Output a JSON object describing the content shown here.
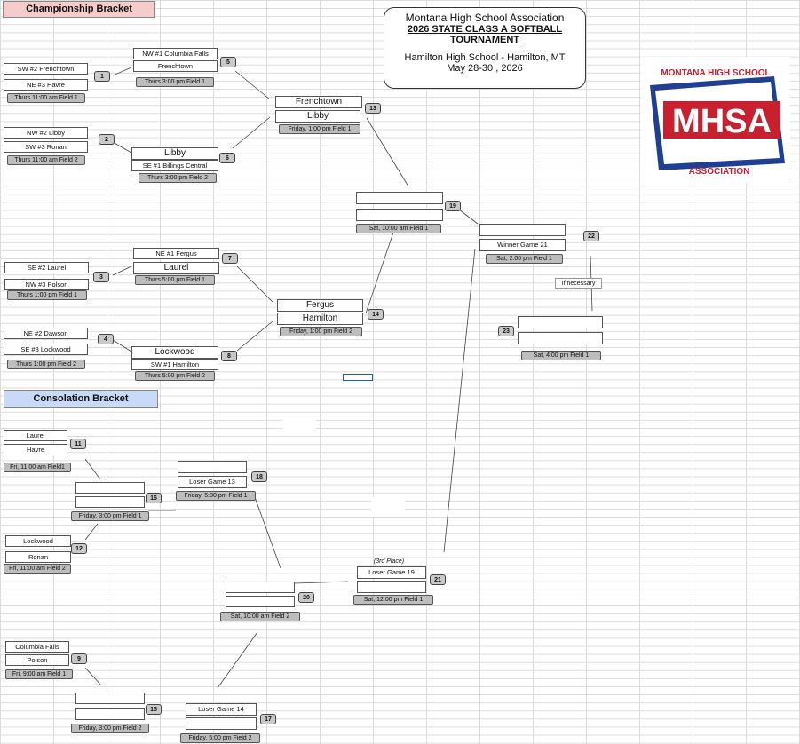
{
  "sections": {
    "championship": "Championship Bracket",
    "consolation": "Consolation Bracket"
  },
  "title": {
    "line1": "Montana High School Association",
    "line2": "2026 STATE CLASS A SOFTBALL",
    "line3": "TOURNAMENT",
    "line4": "Hamilton High School - Hamilton, MT",
    "line5": "May 28-30 , 2026"
  },
  "logo": {
    "arc_top": "MONTANA HIGH SCHOOL",
    "center": "MHSA",
    "arc_bottom": "ASSOCIATION",
    "colors": {
      "red": "#c8202f",
      "blue": "#1f3f93"
    }
  },
  "teams": {
    "t1": "SW #2 Frenchtown",
    "t2": "NE #3 Havre",
    "t3": "NW #2 Libby",
    "t4": "SW #3 Ronan",
    "t5": "SE #2 Laurel",
    "t6": "NW #3 Polson",
    "t7": "NE #2 Dawson",
    "t8": "SE  #3 Lockwood",
    "t9": "NW #1 Columbia Falls",
    "t10": "Frenchtown",
    "t11": "Libby",
    "t12": "SE #1 Billings Central",
    "t13": "NE #1 Fergus",
    "t14": "Laurel",
    "t15": "Lockwood",
    "t16": "SW #1 Hamilton",
    "t17": "Frenchtown",
    "t18": "Libby",
    "t19": "Fergus",
    "t20": "Hamilton",
    "t21": "",
    "t22": "",
    "t23": "",
    "t24": "Winner Game 21",
    "t25": "",
    "t26": "",
    "c1": "Laurel",
    "c2": "Havre",
    "c3": "Lockwood",
    "c4": "Ronan",
    "c5": "Columbia Falls",
    "c6": "Polson",
    "c7": "",
    "c8": "",
    "c9": "",
    "c10": "Loser Game 13",
    "c11": "",
    "c12": "",
    "c13": "Loser Game 19",
    "c14": "",
    "c15": "",
    "c16": "",
    "c17": "Loser Game 14",
    "c18": ""
  },
  "times": {
    "g1": "Thurs  11:00 am Field 1",
    "g2": "Thurs 11:00 am Field 2",
    "g3": "Thurs 1:00 pm Field 1",
    "g4": "Thurs 1:00 pm Field 2",
    "g5": "Thurs 3:00 pm Field 1",
    "g6": "Thurs 3:00 pm Field 2",
    "g7": "Thurs 5:00 pm Field 1",
    "g8": "Thurs 5:00 pm Field 2",
    "g13": "Friday, 1:00 pm Field 1",
    "g14": "Friday, 1:00 pm Field 2",
    "g19": "Sat, 10:00 am Field 1",
    "g22": "Sat, 2:00 pm Field 1",
    "g23": "Sat, 4:00 pm Field 1",
    "g11": "Fri, 11:00 am Field1",
    "g12": "Fri, 11:00 am Field 2",
    "g16": "Friday, 3:00 pm Field 1",
    "g18": "Friday, 5:00 pm Field 1",
    "g21": "Sat, 12:00 pm Field 1",
    "g20": "Sat,  10:00 am Field 2",
    "g9": "Fri, 9:00 am Field 1",
    "g15": "Friday, 3:00 pm Field 2",
    "g17": "Friday, 5:00 pm Field 2"
  },
  "game_numbers": {
    "n1": "1",
    "n2": "2",
    "n3": "3",
    "n4": "4",
    "n5": "5",
    "n6": "6",
    "n7": "7",
    "n8": "8",
    "n9": "9",
    "n11": "11",
    "n12": "12",
    "n13": "13",
    "n14": "14",
    "n15": "15",
    "n16": "16",
    "n17": "17",
    "n18": "18",
    "n19": "19",
    "n20": "20",
    "n21": "21",
    "n22": "22",
    "n23": "23"
  },
  "notes": {
    "if_necessary": "If necessary",
    "third_place": "(3rd Place)"
  }
}
